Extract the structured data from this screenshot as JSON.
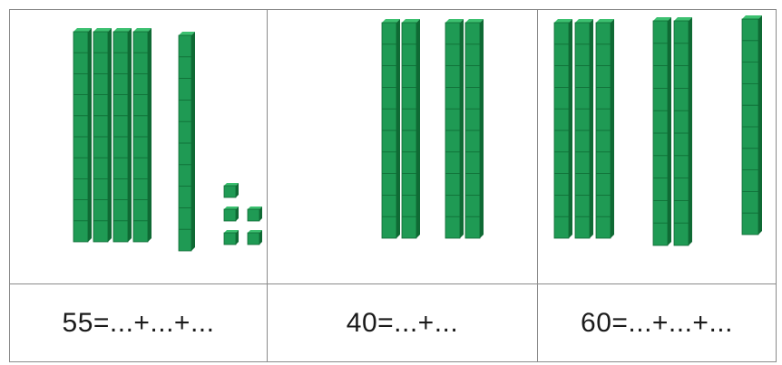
{
  "panels": [
    {
      "expression": "55=...+...+...",
      "rods": 5,
      "units": 5
    },
    {
      "expression": "40=...+...",
      "rods": 4,
      "units": 0
    },
    {
      "expression": "60=...+...+...",
      "rods": 6,
      "units": 0
    }
  ],
  "colors": {
    "block_face": "#1f9a54",
    "block_light": "#3cc070",
    "block_dark": "#0f6a34",
    "border": "#8a8a8a"
  }
}
